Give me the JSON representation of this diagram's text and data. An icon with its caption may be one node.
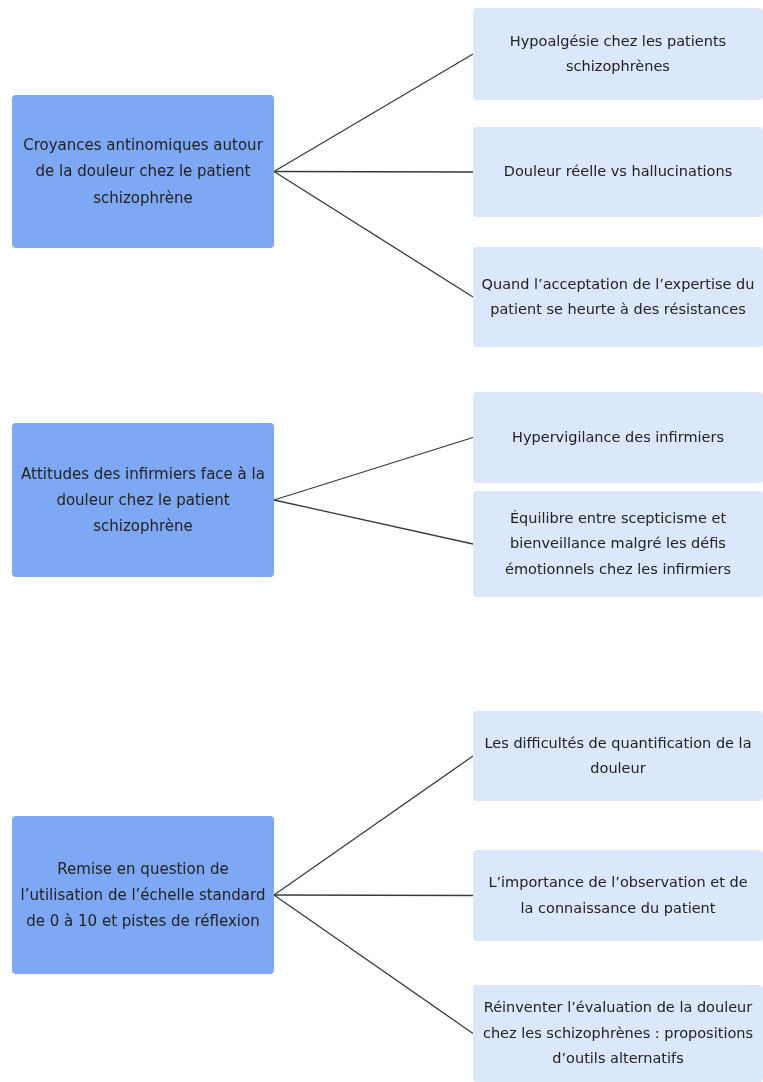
{
  "diagram": {
    "nodes": [
      {
        "text": [
          "Croyances antinomiques autour de la douleur chez le patient schizophrène"
        ]
      },
      {
        "text": [
          "Hypoalgésie chez les patients schizophrènes"
        ]
      },
      {
        "text": [
          "Douleur réelle vs hallucinations"
        ]
      },
      {
        "text": [
          "Quand l’acceptation de l’expertise du patient se heurte à des résistances"
        ]
      },
      {
        "text": [
          "Attitudes des infirmiers face à la douleur chez le patient schizophrène"
        ]
      },
      {
        "text": [
          "Hypervigilance des infirmiers"
        ]
      },
      {
        "text": [
          "Équilibre entre scepticisme et bienveillance malgré les défis émotionnels chez les infirmiers"
        ]
      },
      {
        "text": [
          "Remise en question de l’utilisation de l’échelle standard de 0 à 10 et pistes de réflexion"
        ]
      },
      {
        "text": [
          "Les difficultés de quantification de la douleur"
        ]
      },
      {
        "text": [
          "L’importance de l’observation et de la connaissance du patient"
        ]
      },
      {
        "text": [
          "Réinventer l’évaluation de la douleur chez les schizophrènes : propositions d’outils alternatifs"
        ]
      }
    ],
    "edges": [
      {
        "from": 0,
        "to": 1,
        "arrow": "none"
      },
      {
        "from": 0,
        "to": 2,
        "arrow": "none"
      },
      {
        "from": 0,
        "to": 3,
        "arrow": "none"
      },
      {
        "from": 4,
        "to": 5,
        "arrow": "none"
      },
      {
        "from": 4,
        "to": 6,
        "arrow": "none"
      },
      {
        "from": 7,
        "to": 8,
        "arrow": "none"
      },
      {
        "from": 7,
        "to": 9,
        "arrow": "none"
      },
      {
        "from": 7,
        "to": 10,
        "arrow": "none"
      }
    ]
  }
}
